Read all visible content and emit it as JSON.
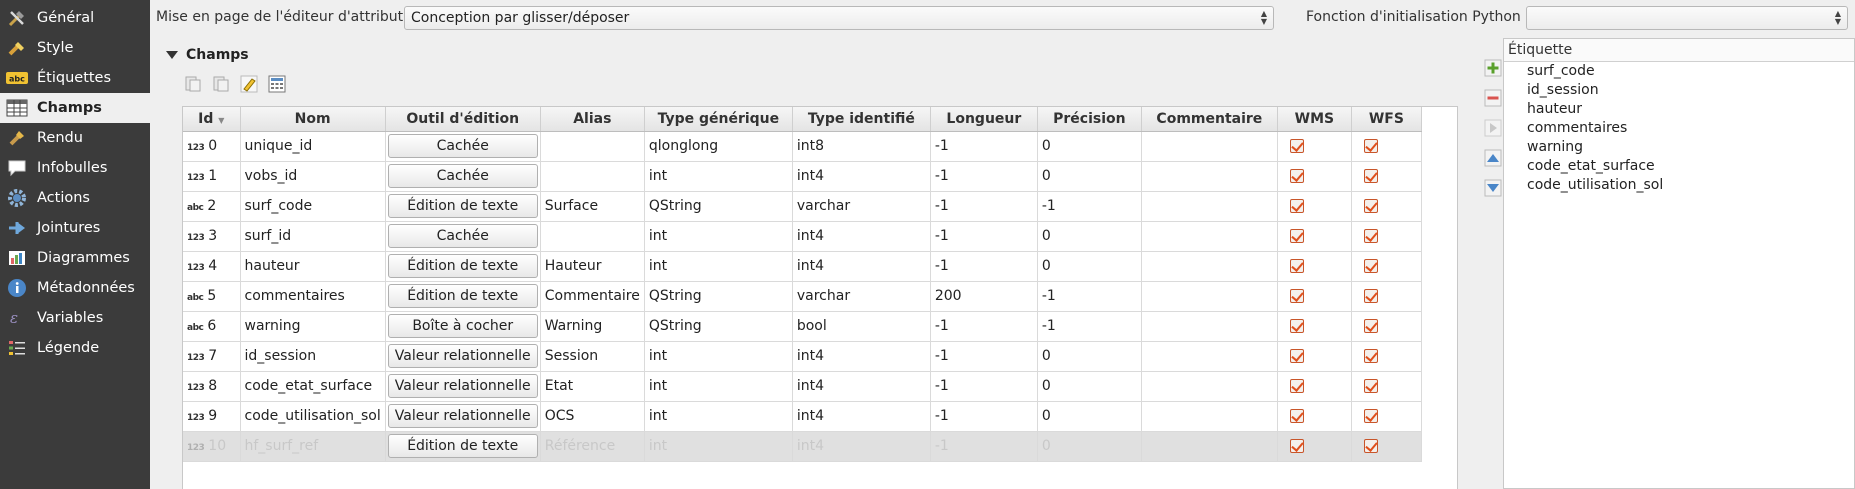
{
  "sidebar": {
    "items": [
      {
        "label": "Général",
        "icon": "tools-icon"
      },
      {
        "label": "Style",
        "icon": "paintbrush-icon"
      },
      {
        "label": "Étiquettes",
        "icon": "abc-label-icon"
      },
      {
        "label": "Champs",
        "icon": "table-icon",
        "active": true
      },
      {
        "label": "Rendu",
        "icon": "brush-icon"
      },
      {
        "label": "Infobulles",
        "icon": "speech-bubble-icon"
      },
      {
        "label": "Actions",
        "icon": "gear-icon"
      },
      {
        "label": "Jointures",
        "icon": "join-icon"
      },
      {
        "label": "Diagrammes",
        "icon": "chart-icon"
      },
      {
        "label": "Métadonnées",
        "icon": "info-icon"
      },
      {
        "label": "Variables",
        "icon": "variables-icon"
      },
      {
        "label": "Légende",
        "icon": "legend-icon"
      }
    ]
  },
  "top": {
    "layout_label": "Mise en page de l'éditeur d'attribut",
    "layout_value": "Conception par glisser/déposer",
    "python_label": "Fonction d'initialisation Python",
    "python_value": ""
  },
  "champs": {
    "title": "Champs",
    "toolbar": [
      "new-field-icon",
      "delete-field-icon",
      "toggle-edit-icon",
      "field-calculator-icon"
    ]
  },
  "table": {
    "columns": [
      "Id",
      "Nom",
      "Outil d'édition",
      "Alias",
      "Type générique",
      "Type identifié",
      "Longueur",
      "Précision",
      "Commentaire",
      "WMS",
      "WFS"
    ],
    "rows": [
      {
        "type_icon": "123",
        "id": "0",
        "name": "unique_id",
        "widget": "Cachée",
        "alias": "",
        "generic": "qlonglong",
        "typed": "int8",
        "length": "-1",
        "precision": "0",
        "comment": "",
        "disabled": false
      },
      {
        "type_icon": "123",
        "id": "1",
        "name": "vobs_id",
        "widget": "Cachée",
        "alias": "",
        "generic": "int",
        "typed": "int4",
        "length": "-1",
        "precision": "0",
        "comment": "",
        "disabled": false
      },
      {
        "type_icon": "abc",
        "id": "2",
        "name": "surf_code",
        "widget": "Édition de texte",
        "alias": "Surface",
        "generic": "QString",
        "typed": "varchar",
        "length": "-1",
        "precision": "-1",
        "comment": "",
        "disabled": false
      },
      {
        "type_icon": "123",
        "id": "3",
        "name": "surf_id",
        "widget": "Cachée",
        "alias": "",
        "generic": "int",
        "typed": "int4",
        "length": "-1",
        "precision": "0",
        "comment": "",
        "disabled": false
      },
      {
        "type_icon": "123",
        "id": "4",
        "name": "hauteur",
        "widget": "Édition de texte",
        "alias": "Hauteur",
        "generic": "int",
        "typed": "int4",
        "length": "-1",
        "precision": "0",
        "comment": "",
        "disabled": false
      },
      {
        "type_icon": "abc",
        "id": "5",
        "name": "commentaires",
        "widget": "Édition de texte",
        "alias": "Commentaire",
        "generic": "QString",
        "typed": "varchar",
        "length": "200",
        "precision": "-1",
        "comment": "",
        "disabled": false
      },
      {
        "type_icon": "abc",
        "id": "6",
        "name": "warning",
        "widget": "Boîte à cocher",
        "alias": "Warning",
        "generic": "QString",
        "typed": "bool",
        "length": "-1",
        "precision": "-1",
        "comment": "",
        "disabled": false
      },
      {
        "type_icon": "123",
        "id": "7",
        "name": "id_session",
        "widget": "Valeur relationnelle",
        "alias": "Session",
        "generic": "int",
        "typed": "int4",
        "length": "-1",
        "precision": "0",
        "comment": "",
        "disabled": false
      },
      {
        "type_icon": "123",
        "id": "8",
        "name": "code_etat_surface",
        "widget": "Valeur relationnelle",
        "alias": "Etat",
        "generic": "int",
        "typed": "int4",
        "length": "-1",
        "precision": "0",
        "comment": "",
        "disabled": false
      },
      {
        "type_icon": "123",
        "id": "9",
        "name": "code_utilisation_sol",
        "widget": "Valeur relationnelle",
        "alias": "OCS",
        "generic": "int",
        "typed": "int4",
        "length": "-1",
        "precision": "0",
        "comment": "",
        "disabled": false
      },
      {
        "type_icon": "123",
        "id": "10",
        "name": "hf_surf_ref",
        "widget": "Édition de texte",
        "alias": "Référence",
        "generic": "int",
        "typed": "int4",
        "length": "-1",
        "precision": "0",
        "comment": "",
        "disabled": true
      }
    ]
  },
  "tree": {
    "header": "Étiquette",
    "items": [
      "surf_code",
      "id_session",
      "hauteur",
      "commentaires",
      "warning",
      "code_etat_surface",
      "code_utilisation_sol"
    ]
  },
  "side_buttons": [
    "add-green-plus-icon",
    "remove-red-minus-icon",
    "move-right-icon",
    "move-up-icon",
    "move-down-icon"
  ],
  "colors": {
    "sidebar_bg": "#3b3b3b",
    "checkbox_accent": "#e0501c"
  }
}
